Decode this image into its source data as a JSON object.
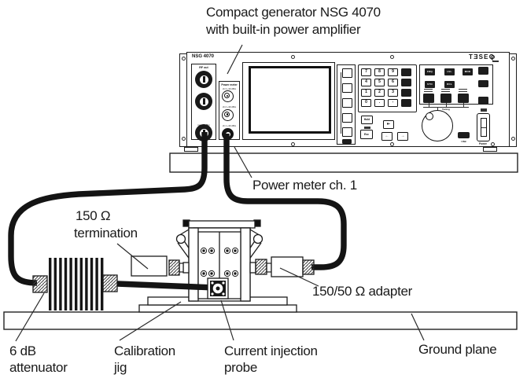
{
  "colors": {
    "ink": "#1c1c1c",
    "background": "#ffffff"
  },
  "annotations": {
    "generator_line1": "Compact generator NSG 4070",
    "generator_line2": "with built-in power amplifier",
    "power_meter_ch1": "Power meter ch. 1",
    "termination_line1": "150 Ω",
    "termination_line2": "termination",
    "adapter": "150/50 Ω adapter",
    "ground_plane": "Ground plane",
    "attenuator_line1": "6 dB",
    "attenuator_line2": "attenuator",
    "jig_line1": "Calibration",
    "jig_line2": "jig",
    "probe_line1": "Current injection",
    "probe_line2": "probe"
  },
  "instrument": {
    "model": "NSG 4070",
    "brand": "TƎSEQ",
    "connectors": {
      "rf_out": "RF out",
      "rf_in": "RF in",
      "rf_in_note": "max. 0 dBm",
      "amp_out": "Amp out",
      "power_meter_header": "Power meter",
      "ch3_note": "ch 3 +30 dBm",
      "ch2_note": "ch 2 +30 dBm",
      "ch1_note": "ch 1 +30 dBm"
    },
    "keypad": {
      "rows": [
        [
          "7",
          "8",
          "9"
        ],
        [
          "4",
          "5",
          "6"
        ],
        [
          "1",
          "2",
          "3"
        ],
        [
          "0",
          ".",
          "-"
        ]
      ]
    },
    "keys": {
      "hold": "Hold",
      "esc": "Esc",
      "frq": "FRQ",
      "lvl": "LVL",
      "mod": "MOD",
      "sto": "STO",
      "rcl": "RCL",
      "back": "⇤",
      "left": "←",
      "right": "→",
      "tuning": "Tuning",
      "usb": "USB",
      "power": "Power"
    }
  }
}
